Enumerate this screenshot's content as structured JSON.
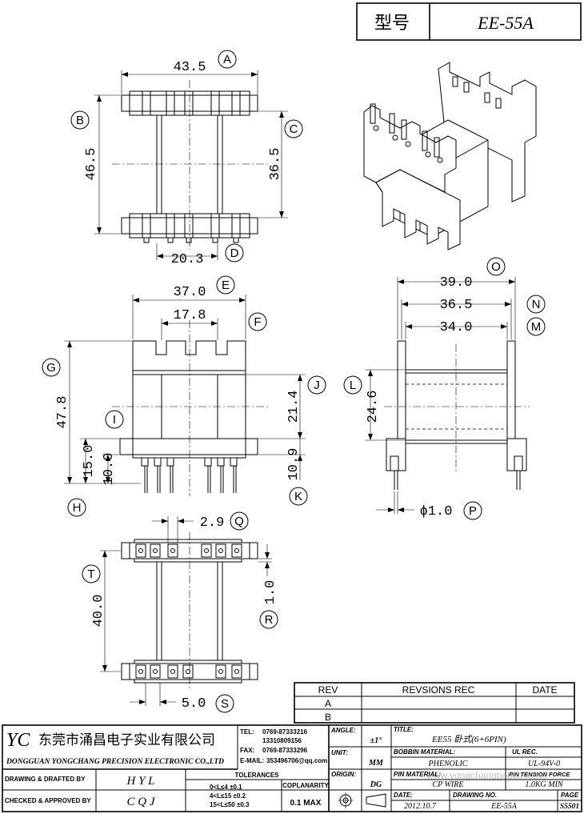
{
  "header": {
    "type_label": "型号",
    "part_number": "EE-55A"
  },
  "dims": {
    "A": "43.5",
    "B": "46.5",
    "C": "36.5",
    "D": "20.3",
    "E": "37.0",
    "F": "17.8",
    "G": "47.8",
    "H": "10.0",
    "I": "15.0",
    "J": "21.4",
    "K": "10.9",
    "O": "39.0",
    "N": "36.5",
    "M": "34.0",
    "L": "24.6",
    "P": "ϕ1.0",
    "Q": "2.9",
    "R": "1.0",
    "T": "40.0",
    "S": "5.0"
  },
  "letters": [
    "A",
    "B",
    "C",
    "D",
    "E",
    "F",
    "G",
    "H",
    "I",
    "J",
    "K",
    "L",
    "M",
    "N",
    "O",
    "P",
    "Q",
    "R",
    "S",
    "T"
  ],
  "revision": {
    "rev_header": "REV",
    "rec_header": "REVSIONS REC",
    "date_header": "DATE",
    "rows": [
      "A",
      "B"
    ]
  },
  "company": {
    "logo": "YC",
    "name_cn": "东莞市涌昌电子实业有限公司",
    "name_en": "DONGGUAN YONGCHANG PRECISION ELECTRONIC CO.,LTD",
    "tel_label": "TEL:",
    "tel": "0769-87333216",
    "tel2": "13310809156",
    "fax_label": "FAX:",
    "fax": "0769-87333296",
    "email_label": "E-MAIL:",
    "email": "353496706@qq.com"
  },
  "title_block": {
    "angle_label": "ANGLE:",
    "angle_value": "±1°",
    "title_label": "TITLE:",
    "title_value": "EE55 卧式(6+6PIN)",
    "unit_label": "UNIT:",
    "unit_value": "MM",
    "bobbin_label": "BOBBIN MATERIAL:",
    "bobbin_value": "PHENOLIC",
    "ul_label": "UL REC.",
    "ul_value": "UL-94V-0",
    "origin_label": "ORIGIN:",
    "origin_value": "DG",
    "pin_label": "PIN MATERIAL:",
    "pin_value": "CP WIRE",
    "tension_label": "PIN TENSION FORCE",
    "tension_value": "1.0KG MIN",
    "drawn_label": "DRAWING & DRAFTED BY",
    "drawn_value": "H Y L",
    "checked_label": "CHECKED & APPROVED BY",
    "checked_value": "C Q J",
    "tol_label": "TOLERANCES",
    "tol1": "0<L≤4   ±0.1",
    "tol2": "4<L≤15  ±0.2",
    "tol3": "15<L≤50  ±0.3",
    "cop_label": "COPLANARITY",
    "cop_value": "0.1 MAX",
    "date_label": "DATE:",
    "date_value": "2012.10.7",
    "drawing_no_label": "DRAWING NO.",
    "drawing_no_value": "EE-55A",
    "page_label": "PAGE",
    "page_value": "S5501"
  },
  "watermark": "www.yongchangbobbin.com"
}
